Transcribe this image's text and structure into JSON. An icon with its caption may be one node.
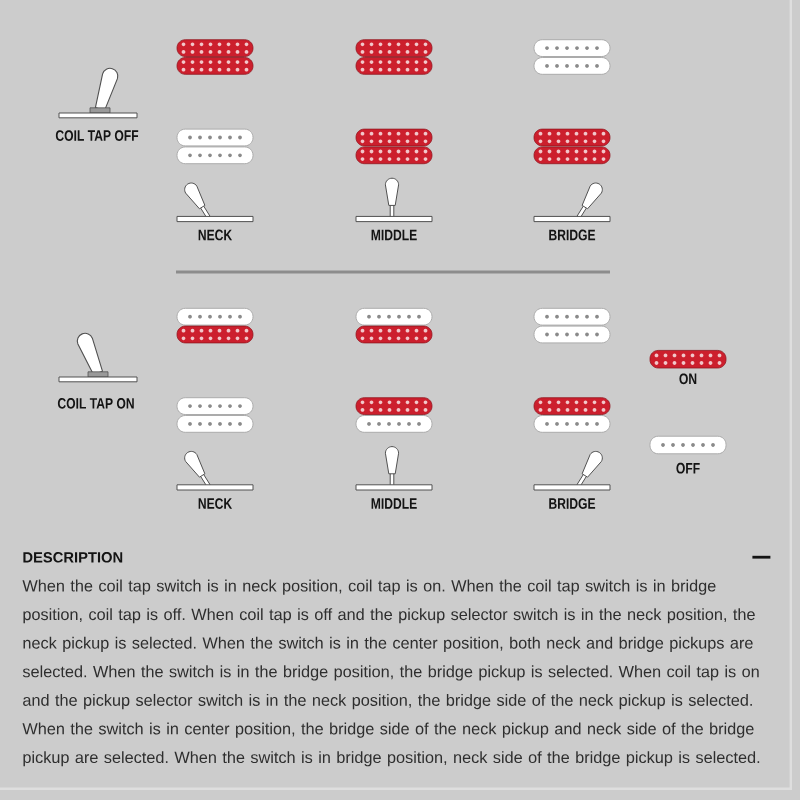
{
  "diagram": {
    "labels": [
      "COIL TAP OFF",
      "NECK",
      "MIDDLE",
      "BRIDGE",
      "COIL TAP ON",
      "NECK",
      "MIDDLE",
      "BRIDGE",
      "DESCRIPTION",
      "When the coil tap switch is in neck position, coil tap is on. When the coil tap switch is in bridge position, coil tap is off. When coil tap is off and the pickup selector switch is in the neck position, the neck pickup is selected. When the switch is in the center position, both neck and bridge pickups are selected. When the switch is in the bridge position, the bridge pickup is selected. When coil tap is on and the pickup selector switch is in the neck position, the bridge side of the neck pickup is selected. When the switch is in center position, the bridge side of the neck pickup and neck side of the bridge pickup are selected. When the switch is in bridge position, neck side of the bridge pickup is selected."
    ],
    "legend": [
      {
        "text": "ON",
        "color": "#cc1f2d"
      },
      {
        "text": "OFF",
        "color": "#ffffff"
      }
    ]
  }
}
